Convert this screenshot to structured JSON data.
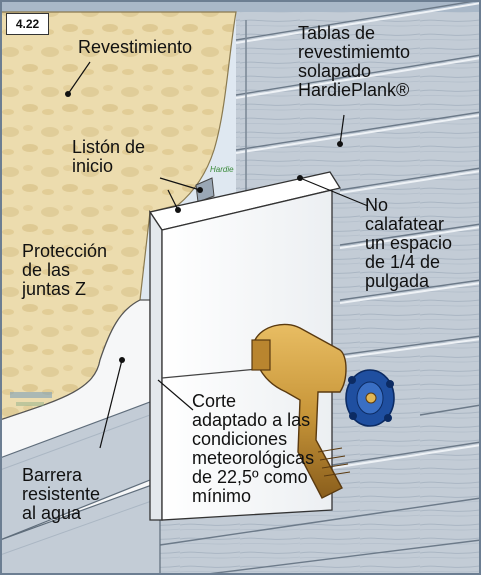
{
  "figure": {
    "number": "4.22"
  },
  "labels": {
    "revestimiento": "Revestimiento",
    "tablas": "Tablas de\nrevestimiemto\nsolapado\nHardiePlank®",
    "liston": "Listón de\ninicio",
    "no_calafatear": "No\ncalafatear\nun espacio\nde 1/4 de\npulgada",
    "proteccion": "Protección\nde las\njuntas Z",
    "corte": "Corte\nadaptado a las\ncondiciones\nmeteorológicas\nde 22,5º como\nmínimo",
    "barrera": "Barrera\nresistente\nal agua"
  },
  "colors": {
    "frame_background": "#dfe8f1",
    "header_band": "#a9b8c8",
    "wall_sheathing": "#e8d8a8",
    "siding_boards": "#c3ccd6",
    "flashing_panel": "#fafafa",
    "faucet_brass": "#c9973a",
    "faucet_handle": "#1f4fa0"
  },
  "icons": {
    "faucet": "hose-bib-icon",
    "figure_badge": "figure-number-badge"
  }
}
